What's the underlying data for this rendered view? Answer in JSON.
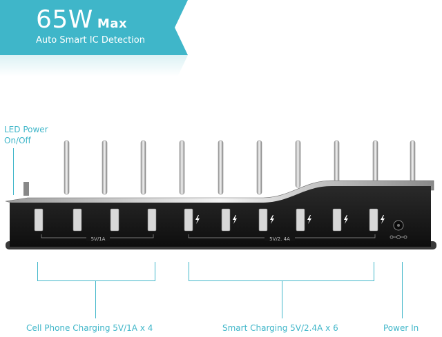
{
  "banner": {
    "headline": "65W",
    "headline_suffix": "Max",
    "subtitle": "Auto Smart IC Detection",
    "color": "#3fb6c9"
  },
  "callouts": {
    "led_power_line1": "LED Power",
    "led_power_line2": "On/Off",
    "cell_phone": "Cell Phone Charging 5V/1A x 4",
    "smart": "Smart Charging 5V/2.4A x 6",
    "power_in": "Power In"
  },
  "device": {
    "label_1a": "5V/1A",
    "label_24a": "5V/2. 4A",
    "port_groups": [
      {
        "count": 4,
        "type": "standard"
      },
      {
        "count": 6,
        "type": "smart"
      }
    ],
    "divider_count": 10,
    "body_color": "#1c1c1c"
  }
}
